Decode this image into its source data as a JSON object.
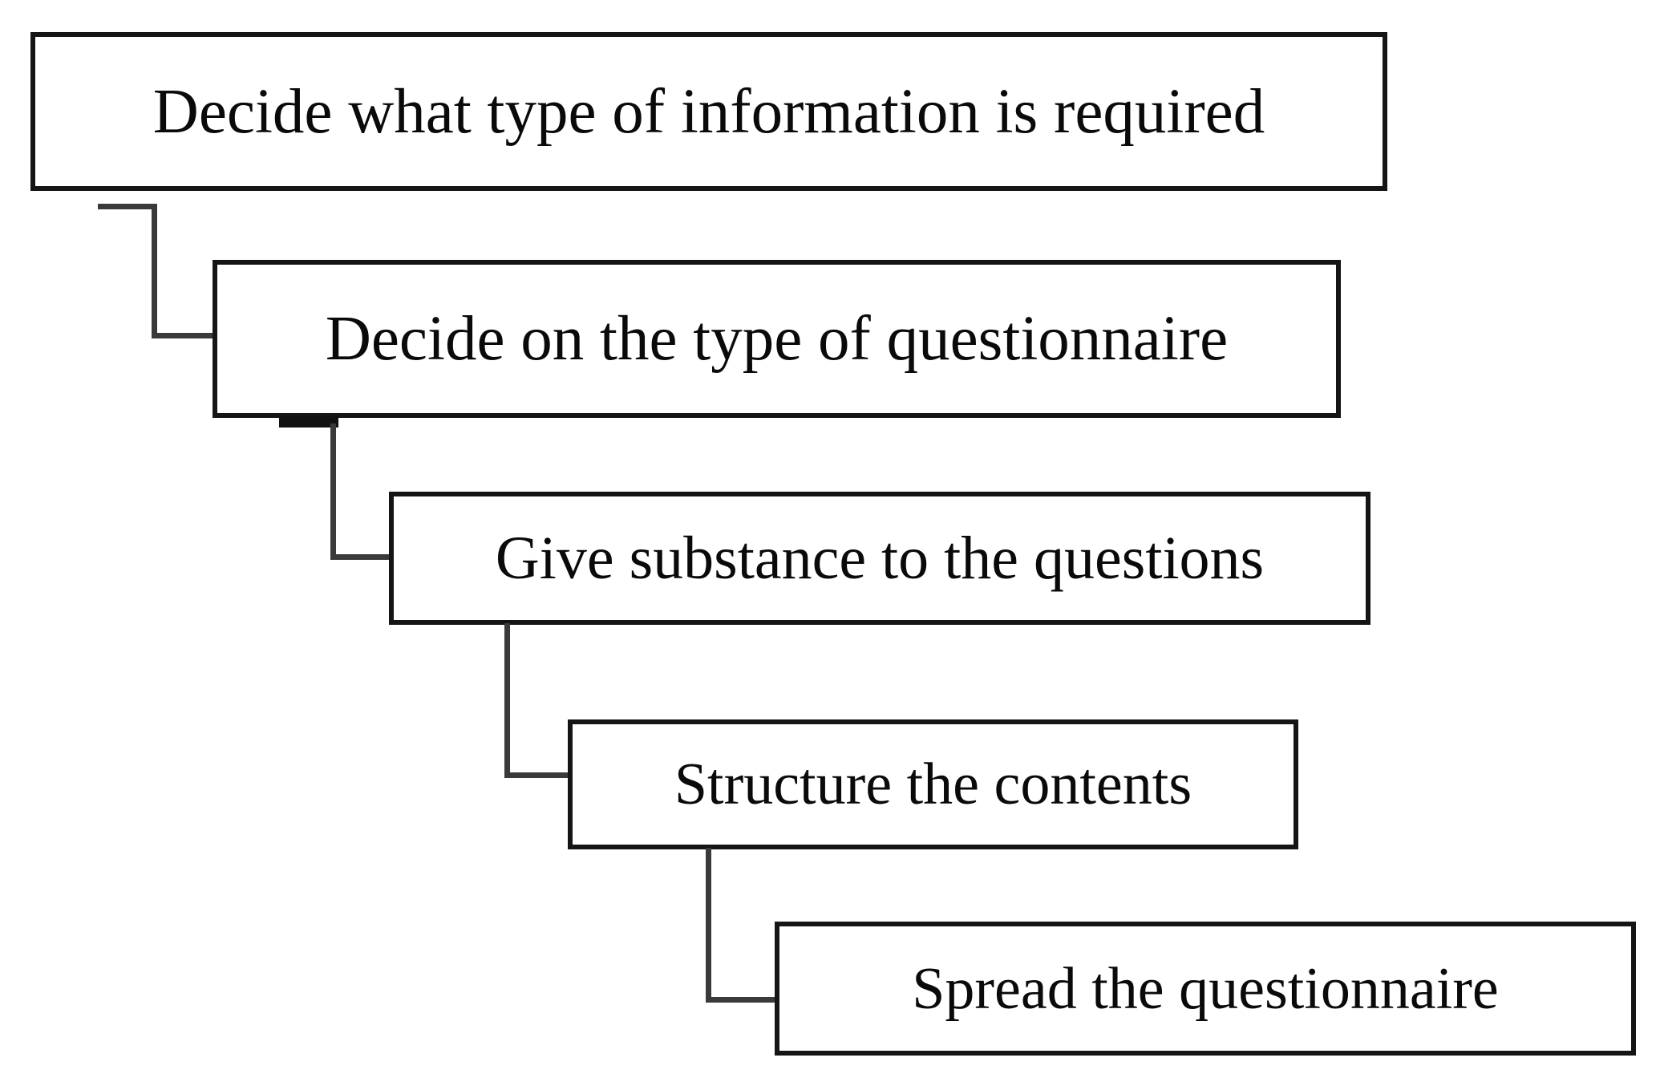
{
  "diagram": {
    "type": "flowchart",
    "direction": "top-left to bottom-right staircase",
    "steps": [
      {
        "order": 1,
        "label": "Decide what type of information is required"
      },
      {
        "order": 2,
        "label": "Decide on the type of questionnaire"
      },
      {
        "order": 3,
        "label": "Give substance to the questions"
      },
      {
        "order": 4,
        "label": "Structure the contents"
      },
      {
        "order": 5,
        "label": "Spread the questionnaire"
      }
    ],
    "connections": [
      {
        "from": 1,
        "to": 2
      },
      {
        "from": 2,
        "to": 3
      },
      {
        "from": 3,
        "to": 4
      },
      {
        "from": 4,
        "to": 5
      }
    ],
    "colors": {
      "background": "#ffffff",
      "box_fill": "#ffffff",
      "box_border": "#151515",
      "connector_line": "#3a3a3a",
      "text": "#0a0a0a"
    }
  }
}
